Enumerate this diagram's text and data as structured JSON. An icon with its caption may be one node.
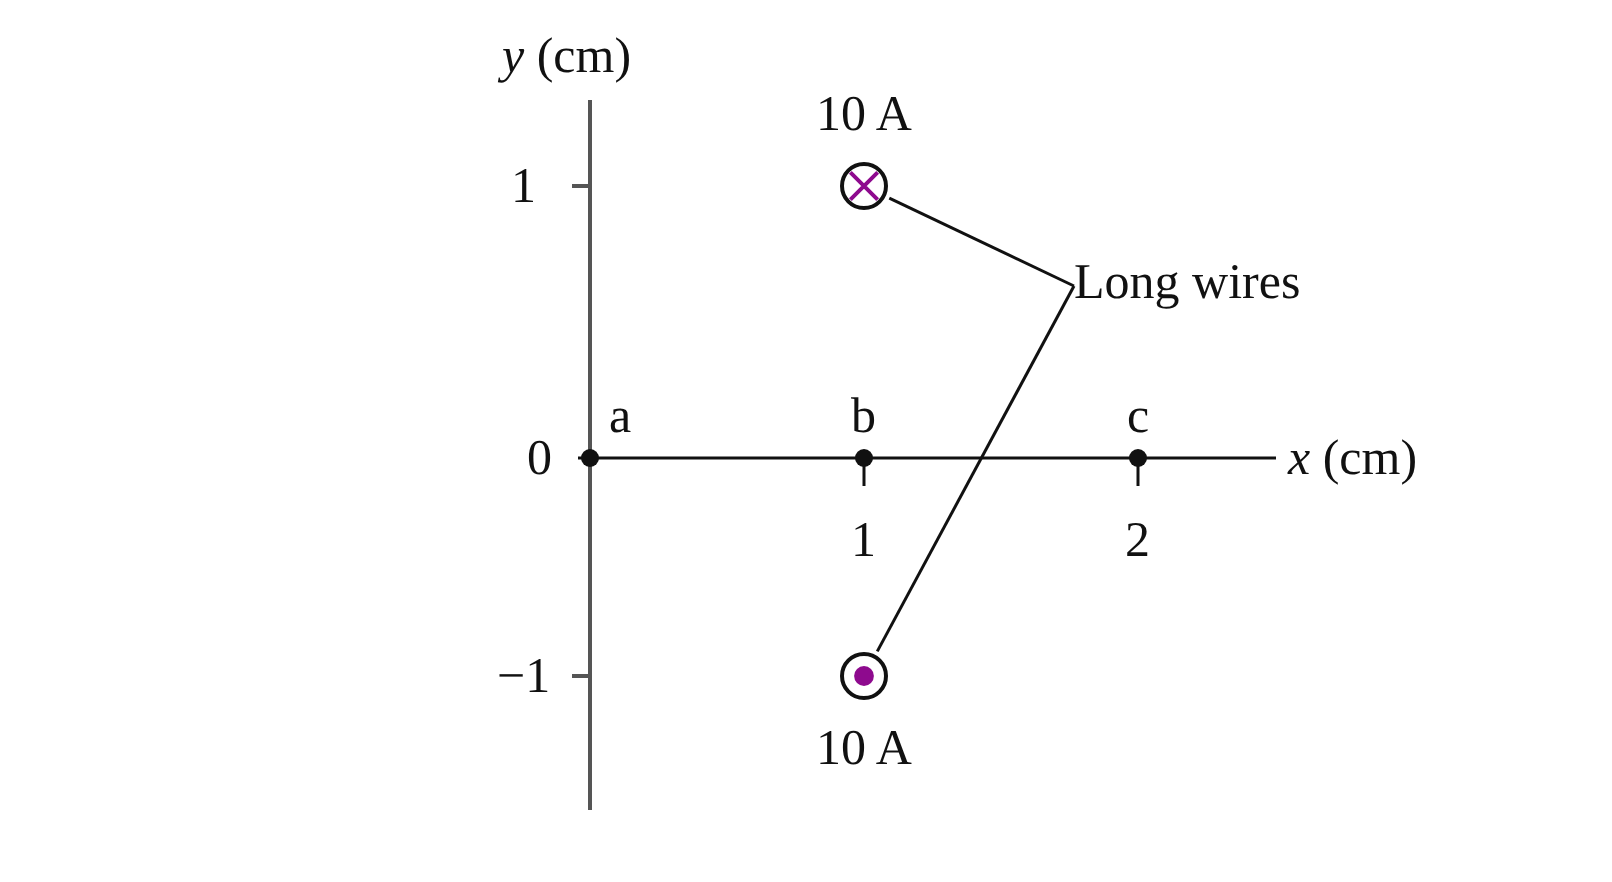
{
  "diagram": {
    "nodes": [
      {
        "text": [
          "Long wires"
        ]
      },
      {
        "text": [],
        "shape": "circle",
        "beside": [
          "10 A"
        ]
      },
      {
        "text": [],
        "shape": "circle",
        "beside": [
          "10 A"
        ]
      }
    ],
    "edges": [
      {
        "from": 0,
        "to": 1,
        "arrow": "none"
      },
      {
        "from": 0,
        "to": 2,
        "arrow": "none"
      }
    ],
    "labels": [
      "*y* (cm)",
      "1",
      "a",
      "b",
      "c",
      "0",
      "*x* (cm)",
      "1",
      "2",
      "−1"
    ]
  }
}
